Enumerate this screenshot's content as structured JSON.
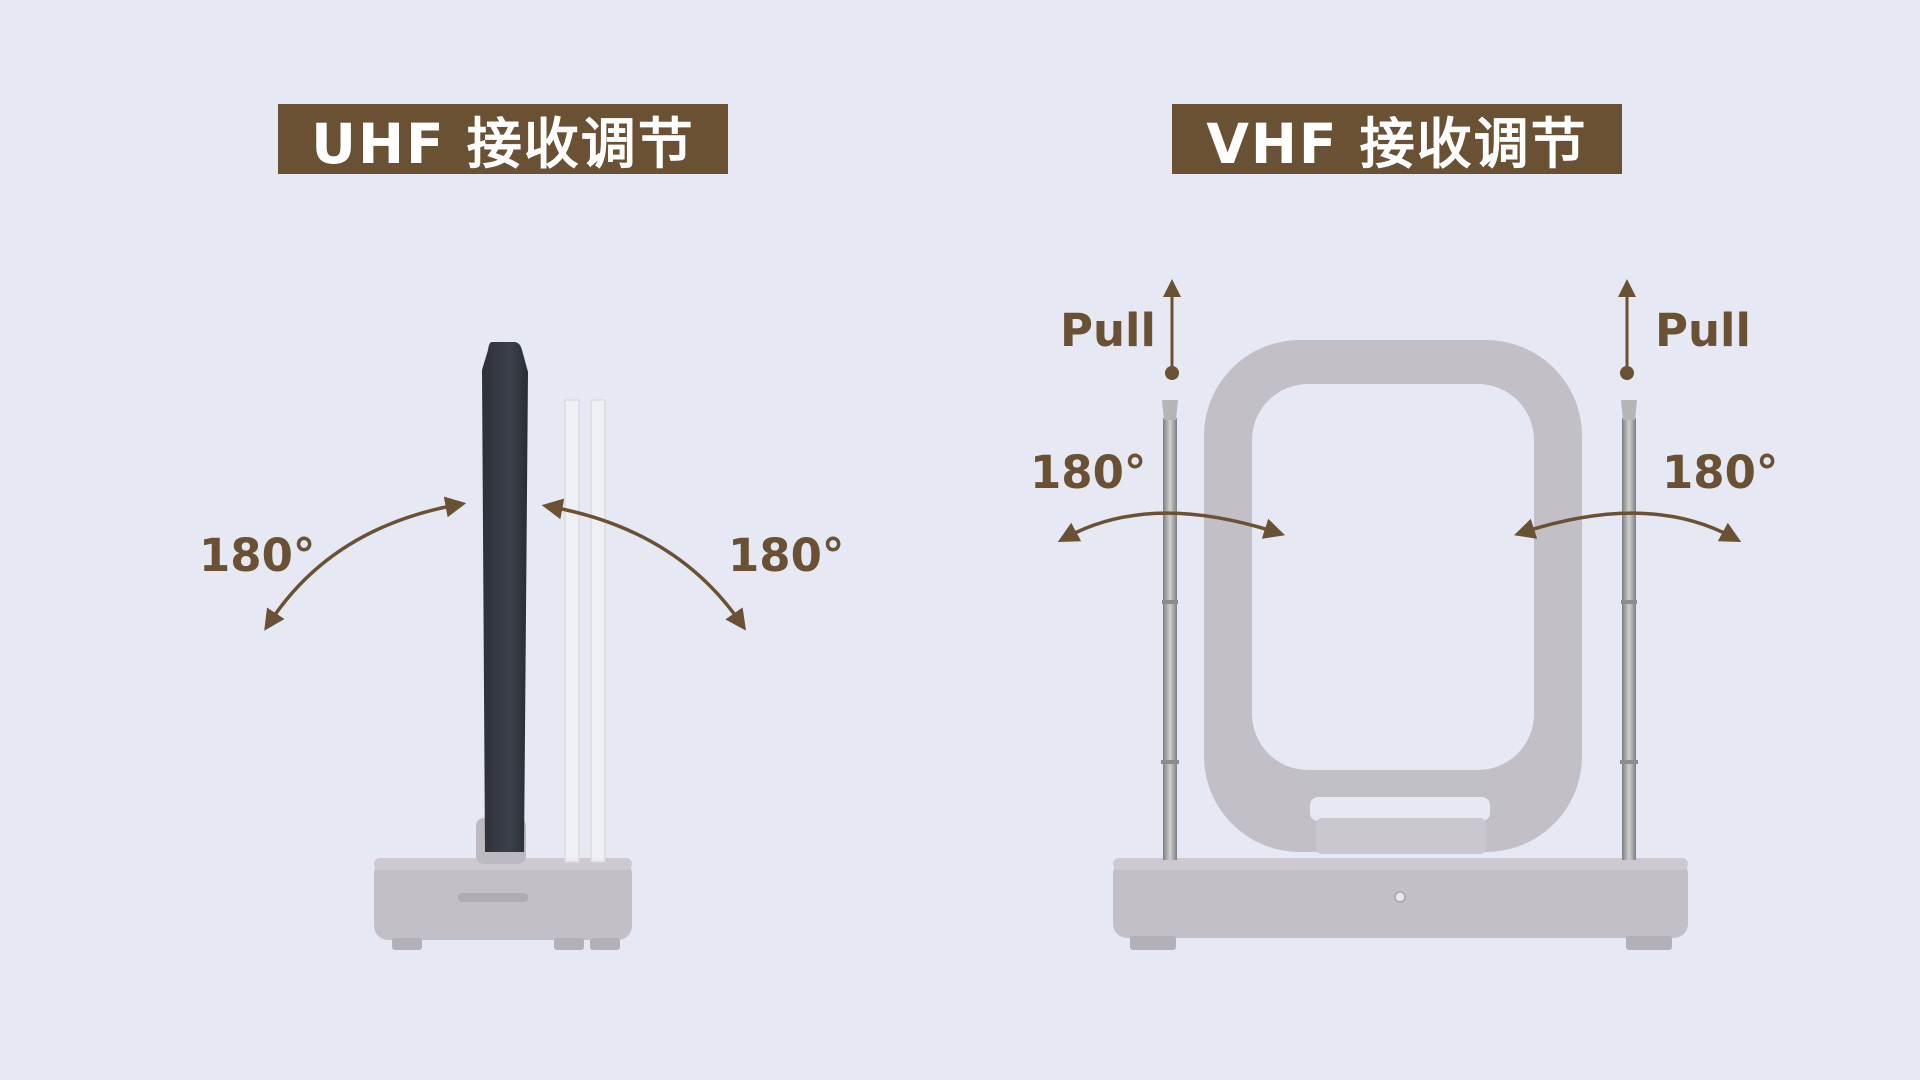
{
  "colors": {
    "background": "#E6E8F3",
    "accent": "#6B5134",
    "panel_dark": "#363A42",
    "device_grey": "#C3BFC6",
    "rod_metal": "#9A9A9A"
  },
  "uhf": {
    "title": "UHF 接收调节",
    "left_angle": "180°",
    "right_angle": "180°"
  },
  "vhf": {
    "title": "VHF 接收调节",
    "left_angle": "180°",
    "right_angle": "180°",
    "left_pull": "Pull",
    "right_pull": "Pull"
  }
}
